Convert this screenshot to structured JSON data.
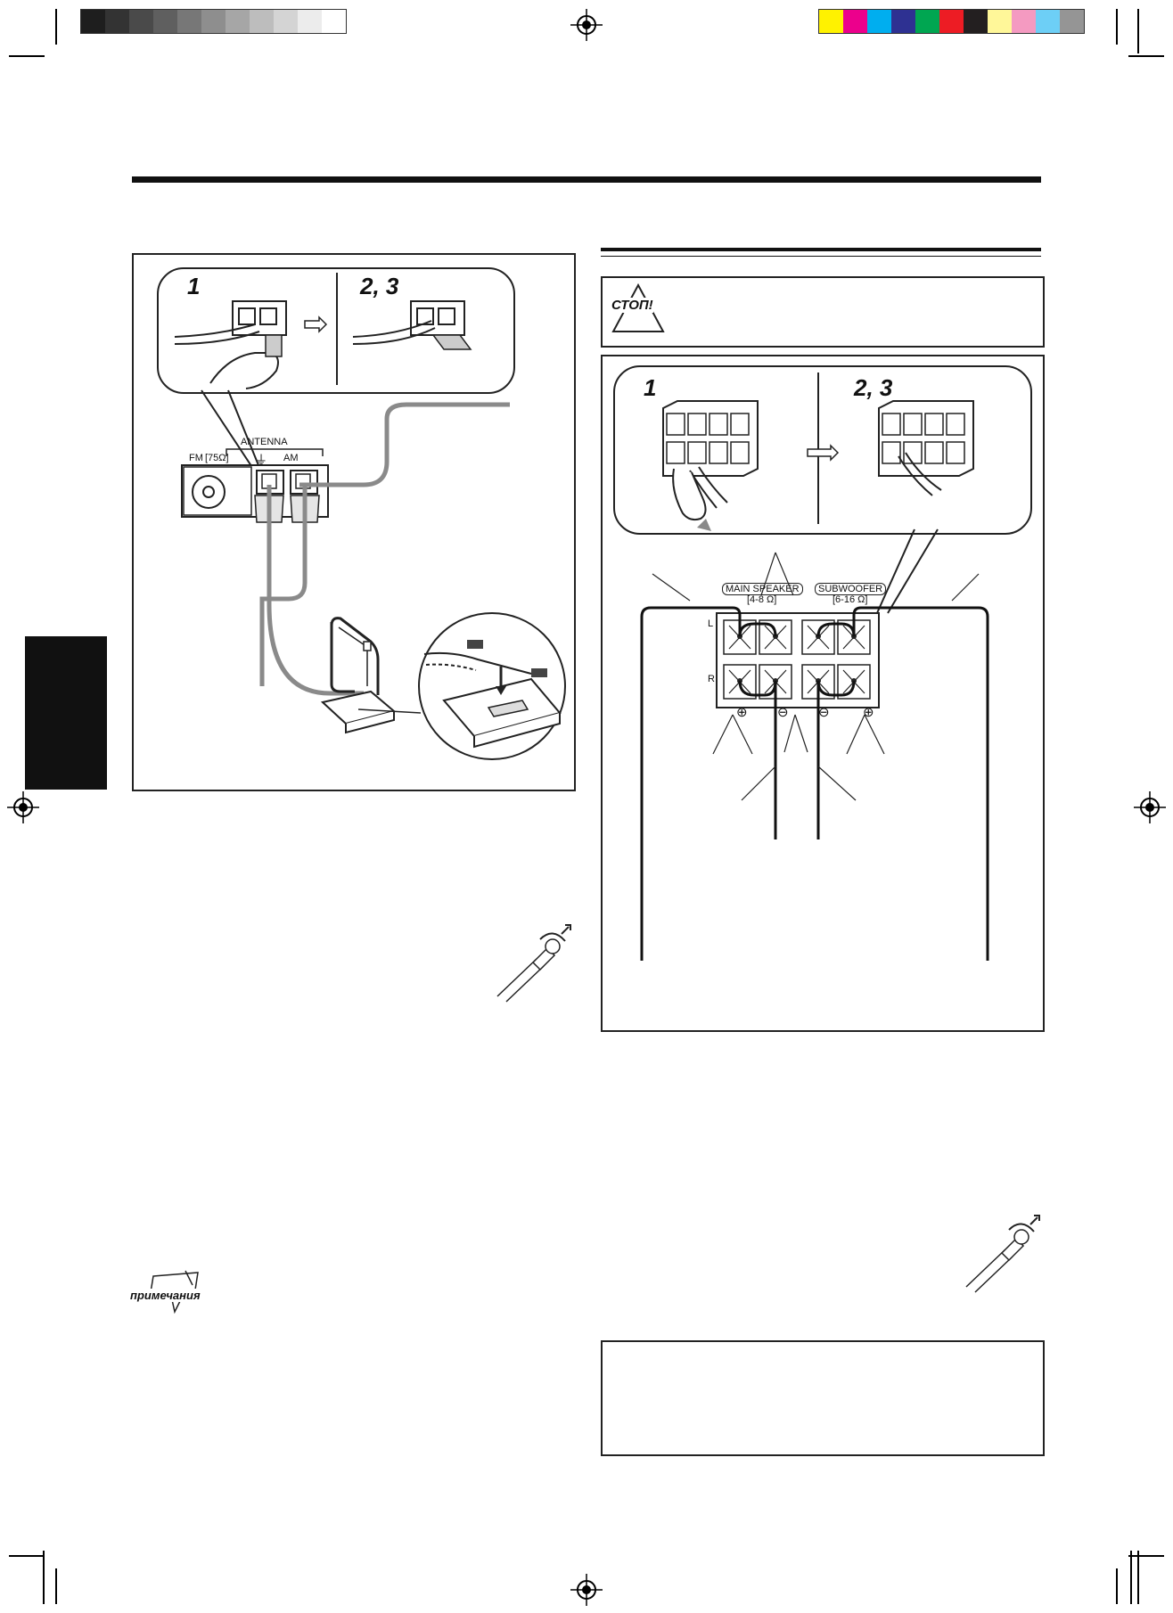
{
  "colors": {
    "gray_swatches": [
      "#1e1e1e",
      "#333333",
      "#4a4a4a",
      "#5f5f5f",
      "#777777",
      "#8e8e8e",
      "#a6a6a6",
      "#bdbdbd",
      "#d4d4d4",
      "#ececec",
      "#ffffff"
    ],
    "color_swatches": [
      "#fff200",
      "#ec008c",
      "#00aeef",
      "#2e3192",
      "#00a651",
      "#ed1c24",
      "#231f20",
      "#fff799",
      "#f49ac1",
      "#6dcff6",
      "#959595"
    ],
    "rule": "#111111",
    "wire": "#8a8a8a"
  },
  "antenna_panel": {
    "step_a": "1",
    "step_b": "2, 3",
    "antenna_label": "ANTENNA",
    "fm_label": "FM",
    "fm_ohm": "[75Ω]",
    "am_label": "AM"
  },
  "warning": {
    "stop_label": "СТОП!"
  },
  "speaker_panel": {
    "step_a": "1",
    "step_b": "2, 3",
    "main_speaker_label": "MAIN SPEAKER",
    "main_speaker_ohm": "[4-8 Ω]",
    "subwoofer_label": "SUBWOOFER",
    "subwoofer_ohm": "[6-16 Ω]",
    "row_l": "L",
    "row_r": "R",
    "polarity": [
      "⊕",
      "⊖",
      "⊖",
      "⊕"
    ]
  },
  "note": {
    "label": "примечания"
  }
}
